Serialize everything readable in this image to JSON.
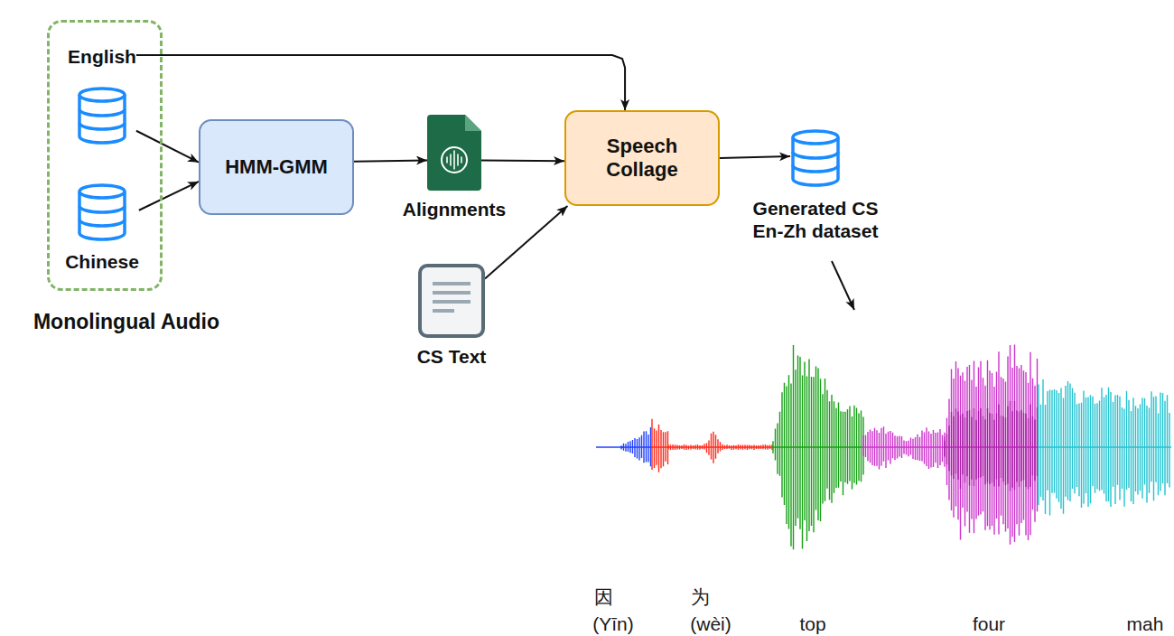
{
  "diagram": {
    "nodes": [
      {
        "text": [
          "Monolingual Audio"
        ]
      },
      {
        "text": [
          "English"
        ],
        "in": 0
      },
      {
        "text": [
          "Chinese"
        ],
        "in": 0
      },
      {
        "text": [
          "HMM-GMM"
        ]
      },
      {
        "text": [
          "Alignments"
        ]
      },
      {
        "text": [
          "Speech Collage"
        ]
      },
      {
        "text": [
          "Generated CS En-Zh dataset"
        ]
      },
      {
        "text": [
          "CS Text"
        ]
      }
    ],
    "edges": [
      {
        "from": 1,
        "to": 3,
        "arrow": "to"
      },
      {
        "from": 2,
        "to": 3,
        "arrow": "to"
      },
      {
        "from": 3,
        "to": 4,
        "arrow": "to"
      },
      {
        "from": 4,
        "to": 5,
        "arrow": "to"
      },
      {
        "from": 1,
        "to": 5,
        "arrow": "to"
      },
      {
        "from": 7,
        "to": 5,
        "arrow": "to"
      },
      {
        "from": 5,
        "to": 6,
        "arrow": "to"
      }
    ],
    "labels": [
      "因",
      "(Yīn)",
      "为",
      "(wèi)",
      "top",
      "four",
      "mah"
    ]
  }
}
